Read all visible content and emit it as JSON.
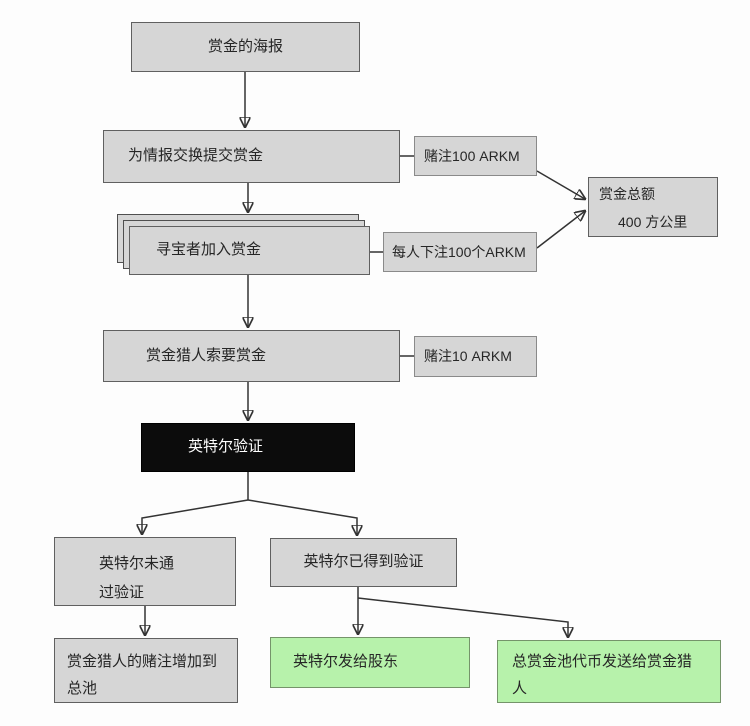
{
  "diagram": {
    "nodes": {
      "poster": {
        "label": "赏金的海报"
      },
      "submit": {
        "label": "为情报交换提交赏金"
      },
      "bet100": {
        "label": "赌注100 ARKM"
      },
      "hunters_join": {
        "label": "寻宝者加入赏金"
      },
      "each_bet": {
        "label": "每人下注100个ARKM"
      },
      "total_pool": {
        "lines": [
          "赏金总额",
          "400 方公里"
        ]
      },
      "claim": {
        "label": "赏金猎人索要赏金"
      },
      "bet10": {
        "label": "赌注10 ARKM"
      },
      "intel_verify": {
        "label": "英特尔验证"
      },
      "not_verified": {
        "lines": [
          "英特尔未通",
          "过验证"
        ]
      },
      "verified": {
        "label": "英特尔已得到验证"
      },
      "stake_to_pool": {
        "lines": [
          "赏金猎人的赌注增加到",
          "总池"
        ]
      },
      "intel_to_stakeholders": {
        "label": "英特尔发给股东"
      },
      "pool_to_hunter": {
        "lines": [
          "总赏金池代币发送给赏金猎",
          "人"
        ]
      }
    },
    "colors": {
      "background": "#fdfdfd",
      "node_fill": "#d6d6d6",
      "node_border": "#606060",
      "highlight_fill": "#0c0c0c",
      "highlight_text": "#ffffff",
      "result_fill": "#b7f2ab",
      "result_border": "#75946a",
      "connector": "#333333"
    }
  }
}
